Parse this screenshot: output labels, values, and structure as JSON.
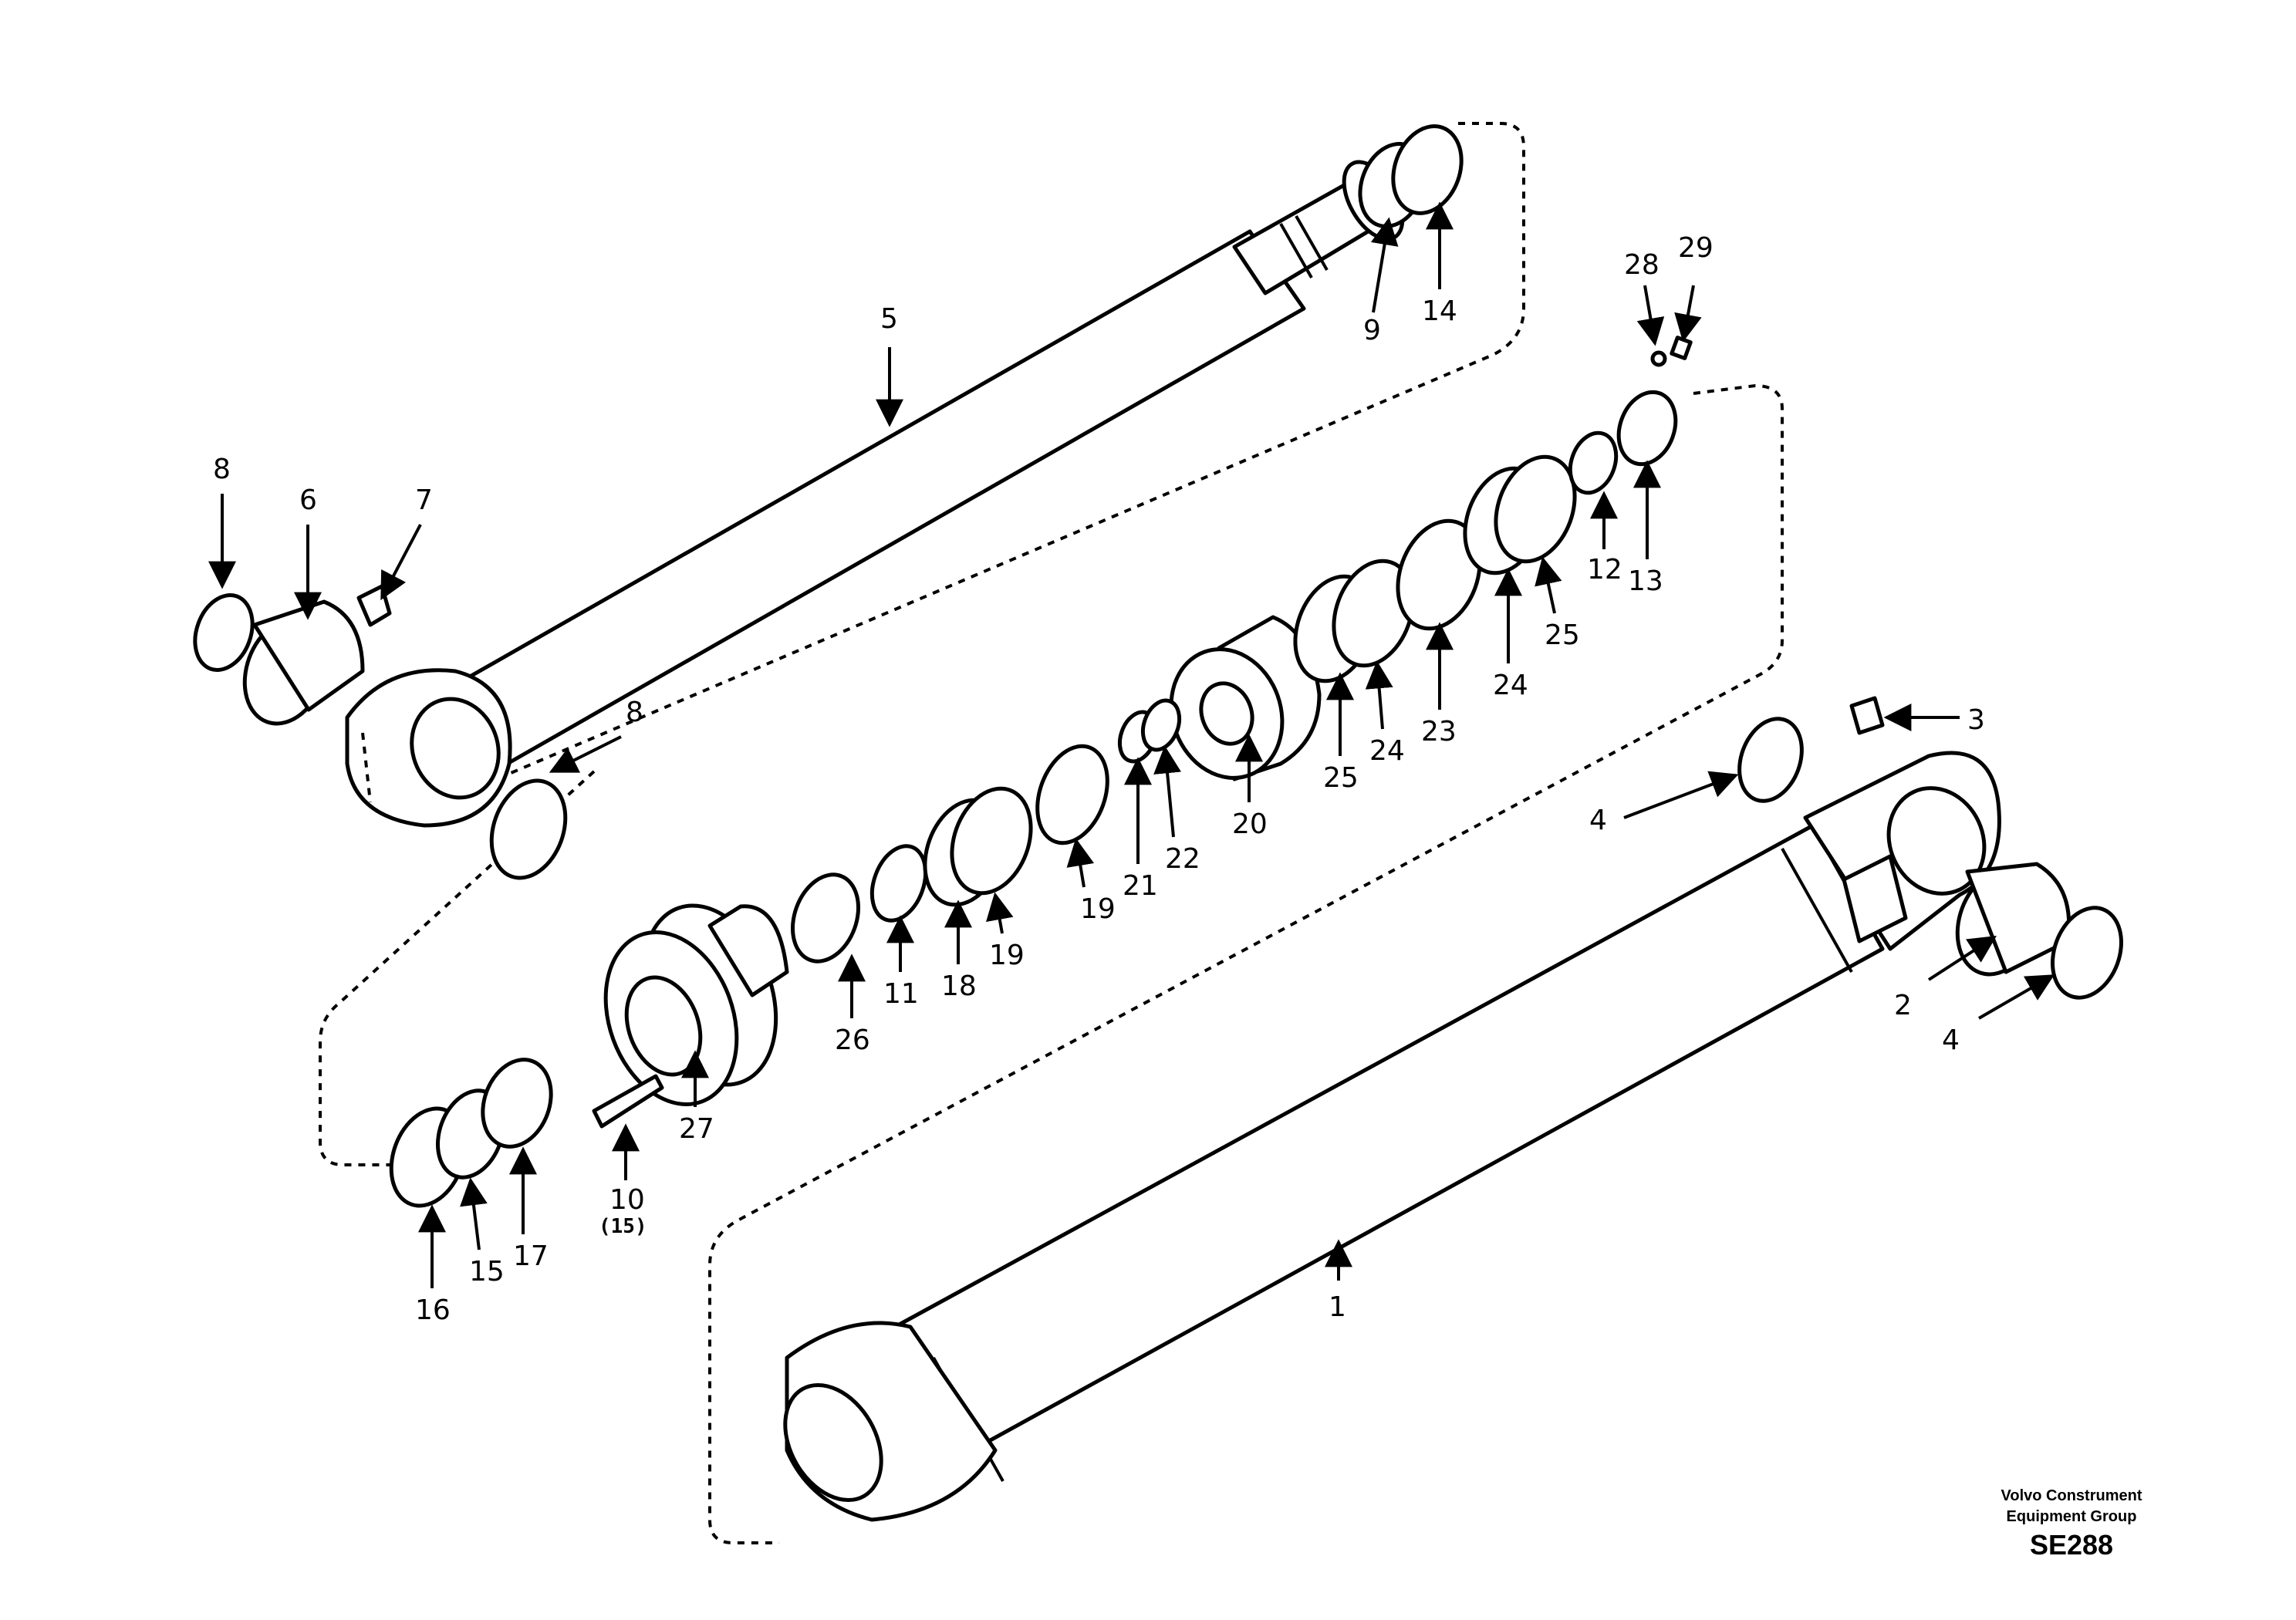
{
  "callouts": {
    "c1": "1",
    "c2": "2",
    "c3": "3",
    "c4a": "4",
    "c4b": "4",
    "c5": "5",
    "c6": "6",
    "c7": "7",
    "c8a": "8",
    "c8b": "8",
    "c9": "9",
    "c10": "10",
    "c10q": "(15)",
    "c11": "11",
    "c12": "12",
    "c13": "13",
    "c14": "14",
    "c15": "15",
    "c16": "16",
    "c17": "17",
    "c18": "18",
    "c19a": "19",
    "c19b": "19",
    "c20": "20",
    "c21": "21",
    "c22": "22",
    "c23": "23",
    "c24a": "24",
    "c24b": "24",
    "c25a": "25",
    "c25b": "25",
    "c26": "26",
    "c27": "27",
    "c28": "28",
    "c29": "29"
  },
  "caption": {
    "line1": "Volvo Construment",
    "line2": "Equipment Group",
    "code": "SE288"
  }
}
